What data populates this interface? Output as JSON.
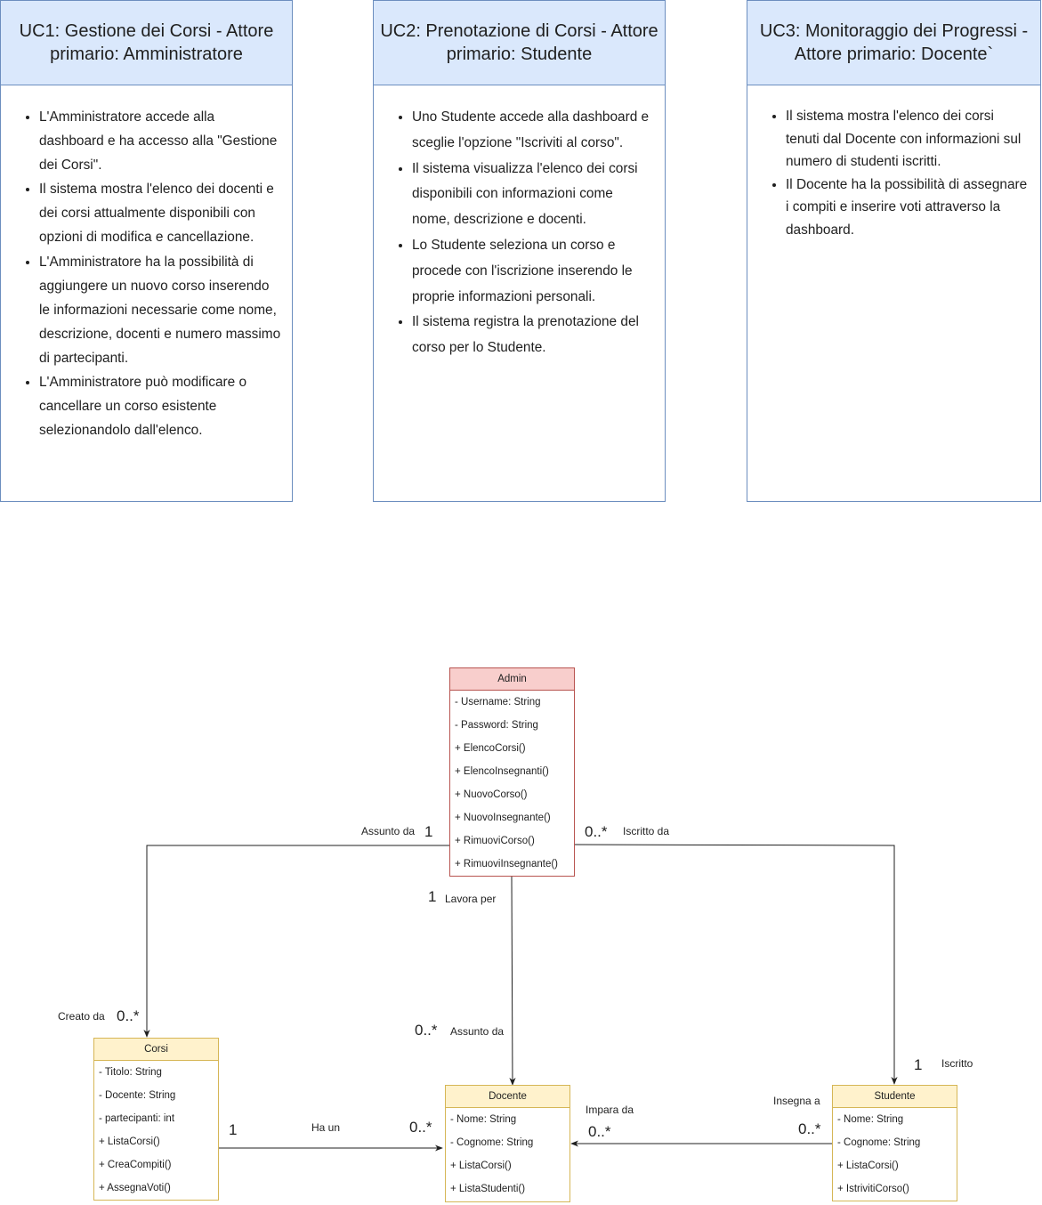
{
  "use_cases": [
    {
      "title": "UC1: Gestione dei Corsi - Attore primario: Amministratore",
      "items": [
        "L'Amministratore accede alla dashboard e ha accesso alla \"Gestione dei Corsi\".",
        "Il sistema mostra l'elenco dei docenti e dei corsi attualmente disponibili con opzioni di modifica e cancellazione.",
        "L'Amministratore ha la possibilità di aggiungere un nuovo corso inserendo le informazioni necessarie come nome, descrizione, docenti e numero massimo di partecipanti.",
        "L'Amministratore può modificare o cancellare un corso esistente selezionandolo dall'elenco."
      ]
    },
    {
      "title": "UC2: Prenotazione di Corsi - Attore primario: Studente",
      "items": [
        "Uno Studente accede alla dashboard e sceglie l'opzione \"Iscriviti al corso\".",
        "Il sistema visualizza l'elenco dei corsi disponibili con informazioni come nome, descrizione e docenti.",
        "Lo Studente seleziona un corso e procede con l'iscrizione inserendo le proprie informazioni personali.",
        "Il sistema registra la prenotazione del corso per lo Studente."
      ]
    },
    {
      "title": "UC3: Monitoraggio dei Progressi - Attore primario: Docente`",
      "items": [
        "Il sistema mostra l'elenco dei corsi tenuti dal Docente con informazioni sul numero di studenti iscritti.",
        "Il Docente ha la possibilità di assegnare i compiti e inserire voti attraverso la dashboard."
      ]
    }
  ],
  "classes": {
    "admin": {
      "name": "Admin",
      "members": [
        "- Username: String",
        "- Password: String",
        "+ ElencoCorsi()",
        "+ ElencoInsegnanti()",
        "+ NuovoCorso()",
        "+ NuovoInsegnante()",
        "+ RimuoviCorso()",
        "+ RimuoviInsegnante()"
      ]
    },
    "corsi": {
      "name": "Corsi",
      "members": [
        " - Titolo: String",
        "- Docente: String",
        "- partecipanti: int",
        "+ ListaCorsi()",
        "+ CreaCompiti()",
        "+ AssegnaVoti()"
      ]
    },
    "docente": {
      "name": "Docente",
      "members": [
        "- Nome: String",
        "- Cognome: String",
        "+ ListaCorsi()",
        "+ ListaStudenti()"
      ]
    },
    "studente": {
      "name": "Studente",
      "members": [
        "- Nome: String",
        "- Cognome: String",
        "+ ListaCorsi()",
        "+ IstrivitiCorso()"
      ]
    }
  },
  "relations": {
    "admin_corsi": {
      "label_admin": "Assunto da",
      "mult_admin": "1",
      "label_corsi": "Creato da",
      "mult_corsi": "0..*"
    },
    "admin_docente": {
      "label_admin": "Lavora per",
      "mult_admin": "1",
      "label_docente": "Assunto da",
      "mult_docente": "0..*"
    },
    "admin_studente": {
      "label_admin": "Iscritto da",
      "mult_admin": "0..*",
      "label_studente": "Iscritto",
      "mult_studente": "1"
    },
    "corsi_docente": {
      "label": "Ha un",
      "mult_corsi": "1",
      "mult_docente": "0..*"
    },
    "studente_docente": {
      "label_docente": "Impara da",
      "mult_docente": "0..*",
      "label_studente": "Insegna a",
      "mult_studente": "0..*"
    }
  }
}
